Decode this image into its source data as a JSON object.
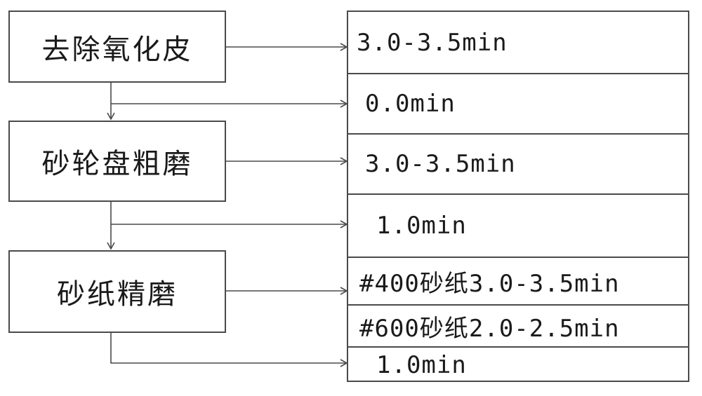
{
  "steps": [
    {
      "label": "去除氧化皮"
    },
    {
      "label": "砂轮盘粗磨"
    },
    {
      "label": "砂纸精磨"
    }
  ],
  "times": [
    {
      "label": "3.0-3.5min"
    },
    {
      "label": "0.0min"
    },
    {
      "label": "3.0-3.5min"
    },
    {
      "label": "1.0min"
    },
    {
      "label": "#400砂纸3.0-3.5min"
    },
    {
      "label": "#600砂纸2.0-2.5min"
    },
    {
      "label": "1.0min"
    }
  ],
  "colors": {
    "line": "#4a4a4a",
    "text": "#1a1a1a",
    "background": "#ffffff"
  }
}
